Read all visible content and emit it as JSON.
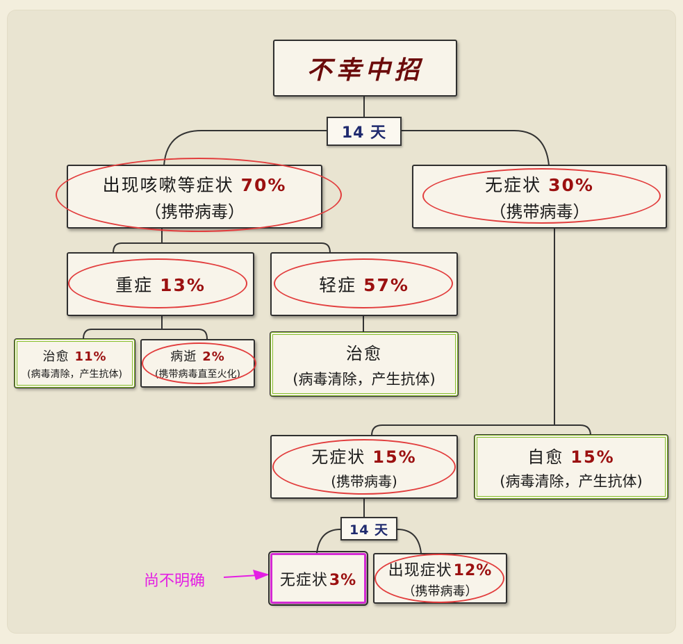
{
  "root": {
    "title": "不幸中招"
  },
  "days_top": "14 天",
  "symptomatic": {
    "label": "出现咳嗽等症状",
    "percent": "70%",
    "note": "（携带病毒）"
  },
  "asymptomatic": {
    "label": "无症状",
    "percent": "30%",
    "note": "（携带病毒）"
  },
  "severe": {
    "label": "重症",
    "percent": "13%"
  },
  "mild": {
    "label": "轻症",
    "percent": "57%"
  },
  "severe_cured": {
    "label": "治愈",
    "percent": "11%",
    "note": "(病毒清除，产生抗体)"
  },
  "severe_died": {
    "label": "病逝",
    "percent": "2%",
    "note": "(携带病毒直至火化)"
  },
  "mild_cured": {
    "label": "治愈",
    "note": "(病毒清除，产生抗体)"
  },
  "asym_remain": {
    "label": "无症状",
    "percent": "15%",
    "note": "(携带病毒)"
  },
  "self_healed": {
    "label": "自愈",
    "percent": "15%",
    "note": "(病毒清除，产生抗体)"
  },
  "days_bottom": "14 天",
  "still_asym": {
    "label": "无症状",
    "percent": "3%"
  },
  "later_symptoms": {
    "label": "出现症状",
    "percent": "12%",
    "note": "（携带病毒）"
  },
  "unclear_note": "尚不明确",
  "colors": {
    "percent": "#9b1010",
    "oval": "#e23d3d",
    "cured_border": "#86bf2a",
    "unclear": "#e41ee4",
    "days_text": "#1f2a6e"
  }
}
